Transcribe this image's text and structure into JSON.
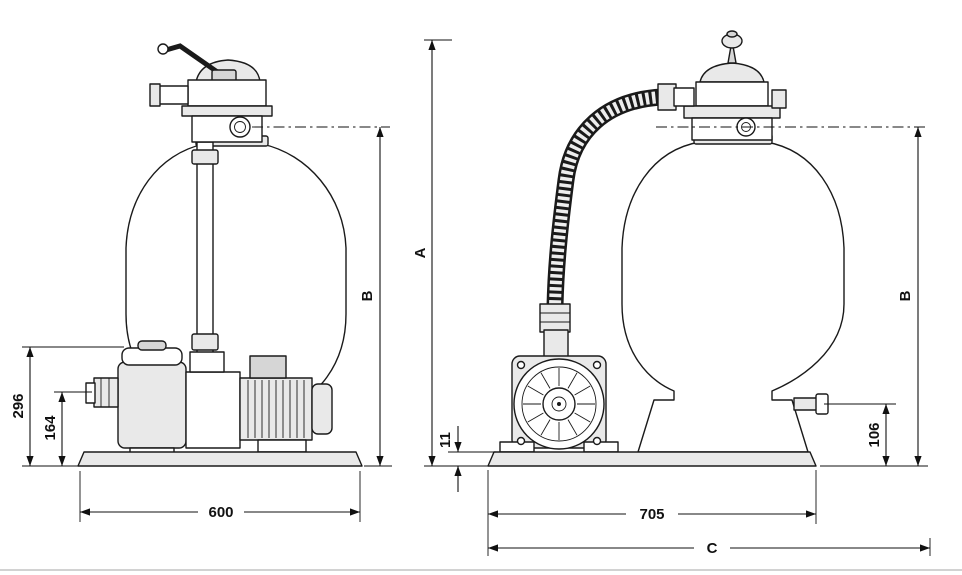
{
  "dimensions": {
    "front_view": {
      "pump_assembly_height": "296",
      "inlet_centerline_height": "164",
      "base_width": "600",
      "tank_valve_height": "B"
    },
    "side_view": {
      "overall_height": "A",
      "tank_valve_height": "B",
      "pad_thickness": "11",
      "drain_height": "106",
      "base_length": "705",
      "overall_length": "C"
    }
  },
  "colors": {
    "line": "#1a1a1a",
    "dimension": "#111111",
    "fill_light": "#e9e9e9",
    "fill_mid": "#d6d6d6",
    "background": "#ffffff"
  }
}
